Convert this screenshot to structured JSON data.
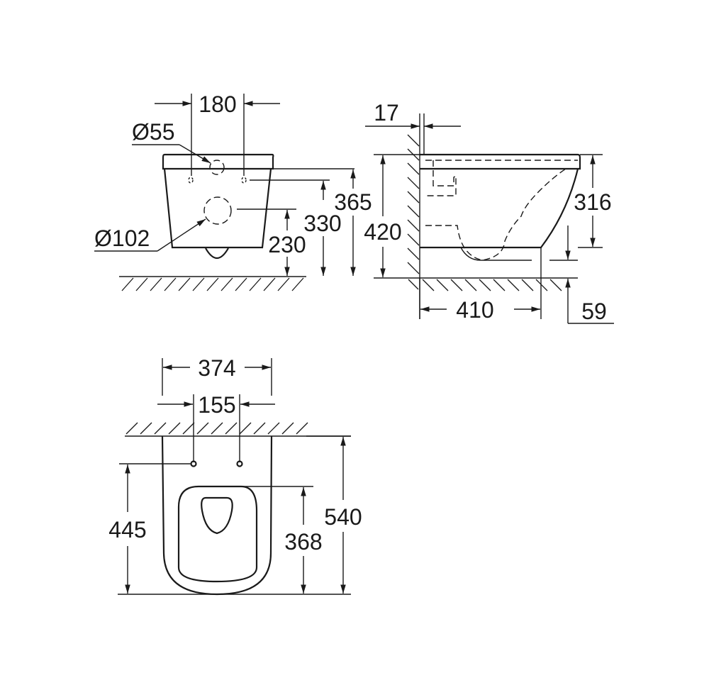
{
  "front_view": {
    "dim_hole_spacing": "180",
    "dim_inlet_diameter": "Ø55",
    "dim_outlet_diameter": "Ø102",
    "dim_outlet_height": "230",
    "dim_inlet_height": "330",
    "dim_top_height": "365"
  },
  "side_view": {
    "dim_wall_gap": "17",
    "dim_total_height": "420",
    "dim_bowl_height": "316",
    "dim_projection": "410",
    "dim_outlet_offset": "59"
  },
  "top_view": {
    "dim_width": "374",
    "dim_fixing_spacing": "155",
    "dim_fixing_distance": "445",
    "dim_seat_length": "368",
    "dim_total_length": "540"
  },
  "colors": {
    "line": "#1a1a1a",
    "background": "#ffffff"
  }
}
